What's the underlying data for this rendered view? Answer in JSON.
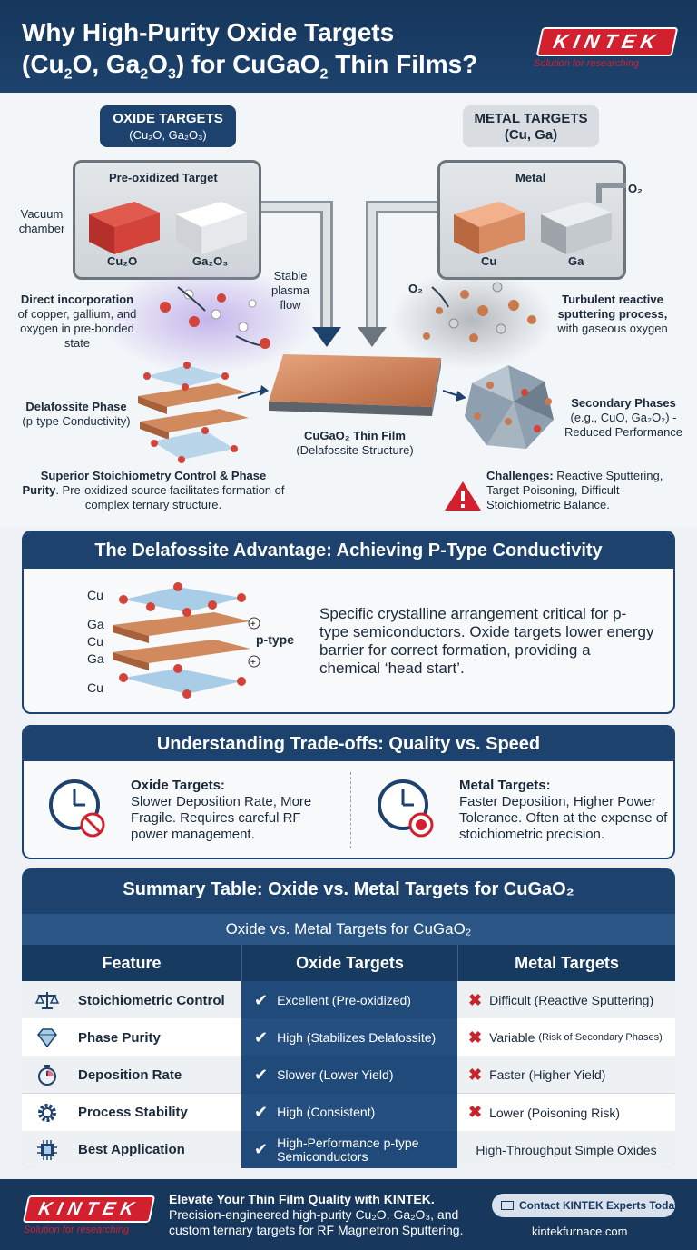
{
  "header": {
    "title_line1": "Why High-Purity Oxide Targets",
    "title_line2_pre": "(Cu",
    "title_line2_sub1": "2",
    "title_line2_mid1": "O, Ga",
    "title_line2_sub2": "2",
    "title_line2_mid2": "O",
    "title_line2_sub3": "3",
    "title_line2_mid3": ") for CuGaO",
    "title_line2_sub4": "2",
    "title_line2_post": " Thin Films?",
    "brand": "KINTEK",
    "brand_tagline": "Solution for researching"
  },
  "diagram": {
    "oxide_pill_line1": "OXIDE TARGETS",
    "oxide_pill_line2": "(Cu₂O, Ga₂O₃)",
    "metal_pill_line1": "METAL TARGETS",
    "metal_pill_line2": "(Cu, Ga)",
    "oxide_chamber_title": "Pre-oxidized Target",
    "metal_chamber_title": "Metal",
    "vacuum_label": "Vacuum chamber",
    "cu2o_label": "Cu₂O",
    "ga2o3_label": "Ga₂O₃",
    "cu_label": "Cu",
    "ga_label": "Ga",
    "o2_inlet": "O₂",
    "o2_side": "O₂",
    "stable_plasma": "Stable plasma flow",
    "direct_title": "Direct incorporation",
    "direct_text": "of copper, gallium, and oxygen in pre-bonded state",
    "turbulent_title": "Turbulent reactive sputtering process,",
    "turbulent_text": "with gaseous oxygen",
    "delafossite_title": "Delafossite Phase",
    "delafossite_text": "(p-type Conductivity)",
    "film_title": "CuGaO₂ Thin Film",
    "film_text": "(Delafossite Structure)",
    "secondary_title": "Secondary Phases",
    "secondary_text1": "(e.g., CuO, Ga₂O₂) -",
    "secondary_text2": "Reduced Performance",
    "superior_bold": "Superior Stoichiometry Control & Phase Purity",
    "superior_text": ". Pre-oxidized source facilitates formation of complex ternary structure.",
    "challenges_bold": "Challenges:",
    "challenges_text": " Reactive Sputtering, Target Poisoning, Difficult Stoichiometric Balance."
  },
  "advantage": {
    "title": "The Delafossite Advantage: Achieving P-Type Conductivity",
    "layers": [
      "Cu",
      "Ga",
      "Cu",
      "Ga",
      "Cu"
    ],
    "ptype": "p-type",
    "text": "Specific crystalline arrangement critical for p-type semiconductors. Oxide targets lower energy barrier for correct formation, providing a chemical ‘head start’."
  },
  "tradeoffs": {
    "title": "Understanding Trade-offs: Quality vs. Speed",
    "oxide_title": "Oxide Targets:",
    "oxide_text": "Slower Deposition Rate, More Fragile. Requires careful RF power management.",
    "metal_title": "Metal Targets:",
    "metal_text": "Faster Deposition, Higher Power Tolerance. Often at the expense of stoichiometric precision."
  },
  "table": {
    "title": "Summary Table: Oxide vs. Metal Targets for CuGaO₂",
    "subtitle": "Oxide vs. Metal Targets for CuGaO₂",
    "headers": [
      "Feature",
      "Oxide Targets",
      "Metal Targets"
    ],
    "rows": [
      {
        "feature": "Stoichiometric Control",
        "icon": "scale-icon",
        "oxide": "Excellent (Pre-oxidized)",
        "metal": "Difficult (Reactive Sputtering)",
        "metal_small": ""
      },
      {
        "feature": "Phase Purity",
        "icon": "diamond-icon",
        "oxide": "High (Stabilizes Delafossite)",
        "metal": "Variable",
        "metal_small": "(Risk of Secondary Phases)"
      },
      {
        "feature": "Deposition Rate",
        "icon": "stopwatch-icon",
        "oxide": "Slower (Lower Yield)",
        "metal": "Faster (Higher Yield)",
        "metal_small": ""
      },
      {
        "feature": "Process Stability",
        "icon": "gear-icon",
        "oxide": "High (Consistent)",
        "metal": "Lower (Poisoning Risk)",
        "metal_small": ""
      },
      {
        "feature": "Best Application",
        "icon": "chip-icon",
        "oxide": "High-Performance p-type Semiconductors",
        "metal": "High-Throughput Simple Oxides",
        "metal_small": ""
      }
    ]
  },
  "footer": {
    "brand": "KINTEK",
    "tagline": "Solution for researching",
    "headline": "Elevate Your Thin Film Quality with KINTEK.",
    "text1": "Precision-engineered high-purity Cu₂O, Ga₂O₃, and",
    "text2": "custom ternary targets for RF Magnetron Sputtering.",
    "contact": "Contact KINTEK Experts Today",
    "website": "kintekfurnace.com"
  },
  "colors": {
    "navy": "#1c426d",
    "red": "#d2202f",
    "copper": "#c8794e",
    "panel": "#f7f9fb"
  }
}
